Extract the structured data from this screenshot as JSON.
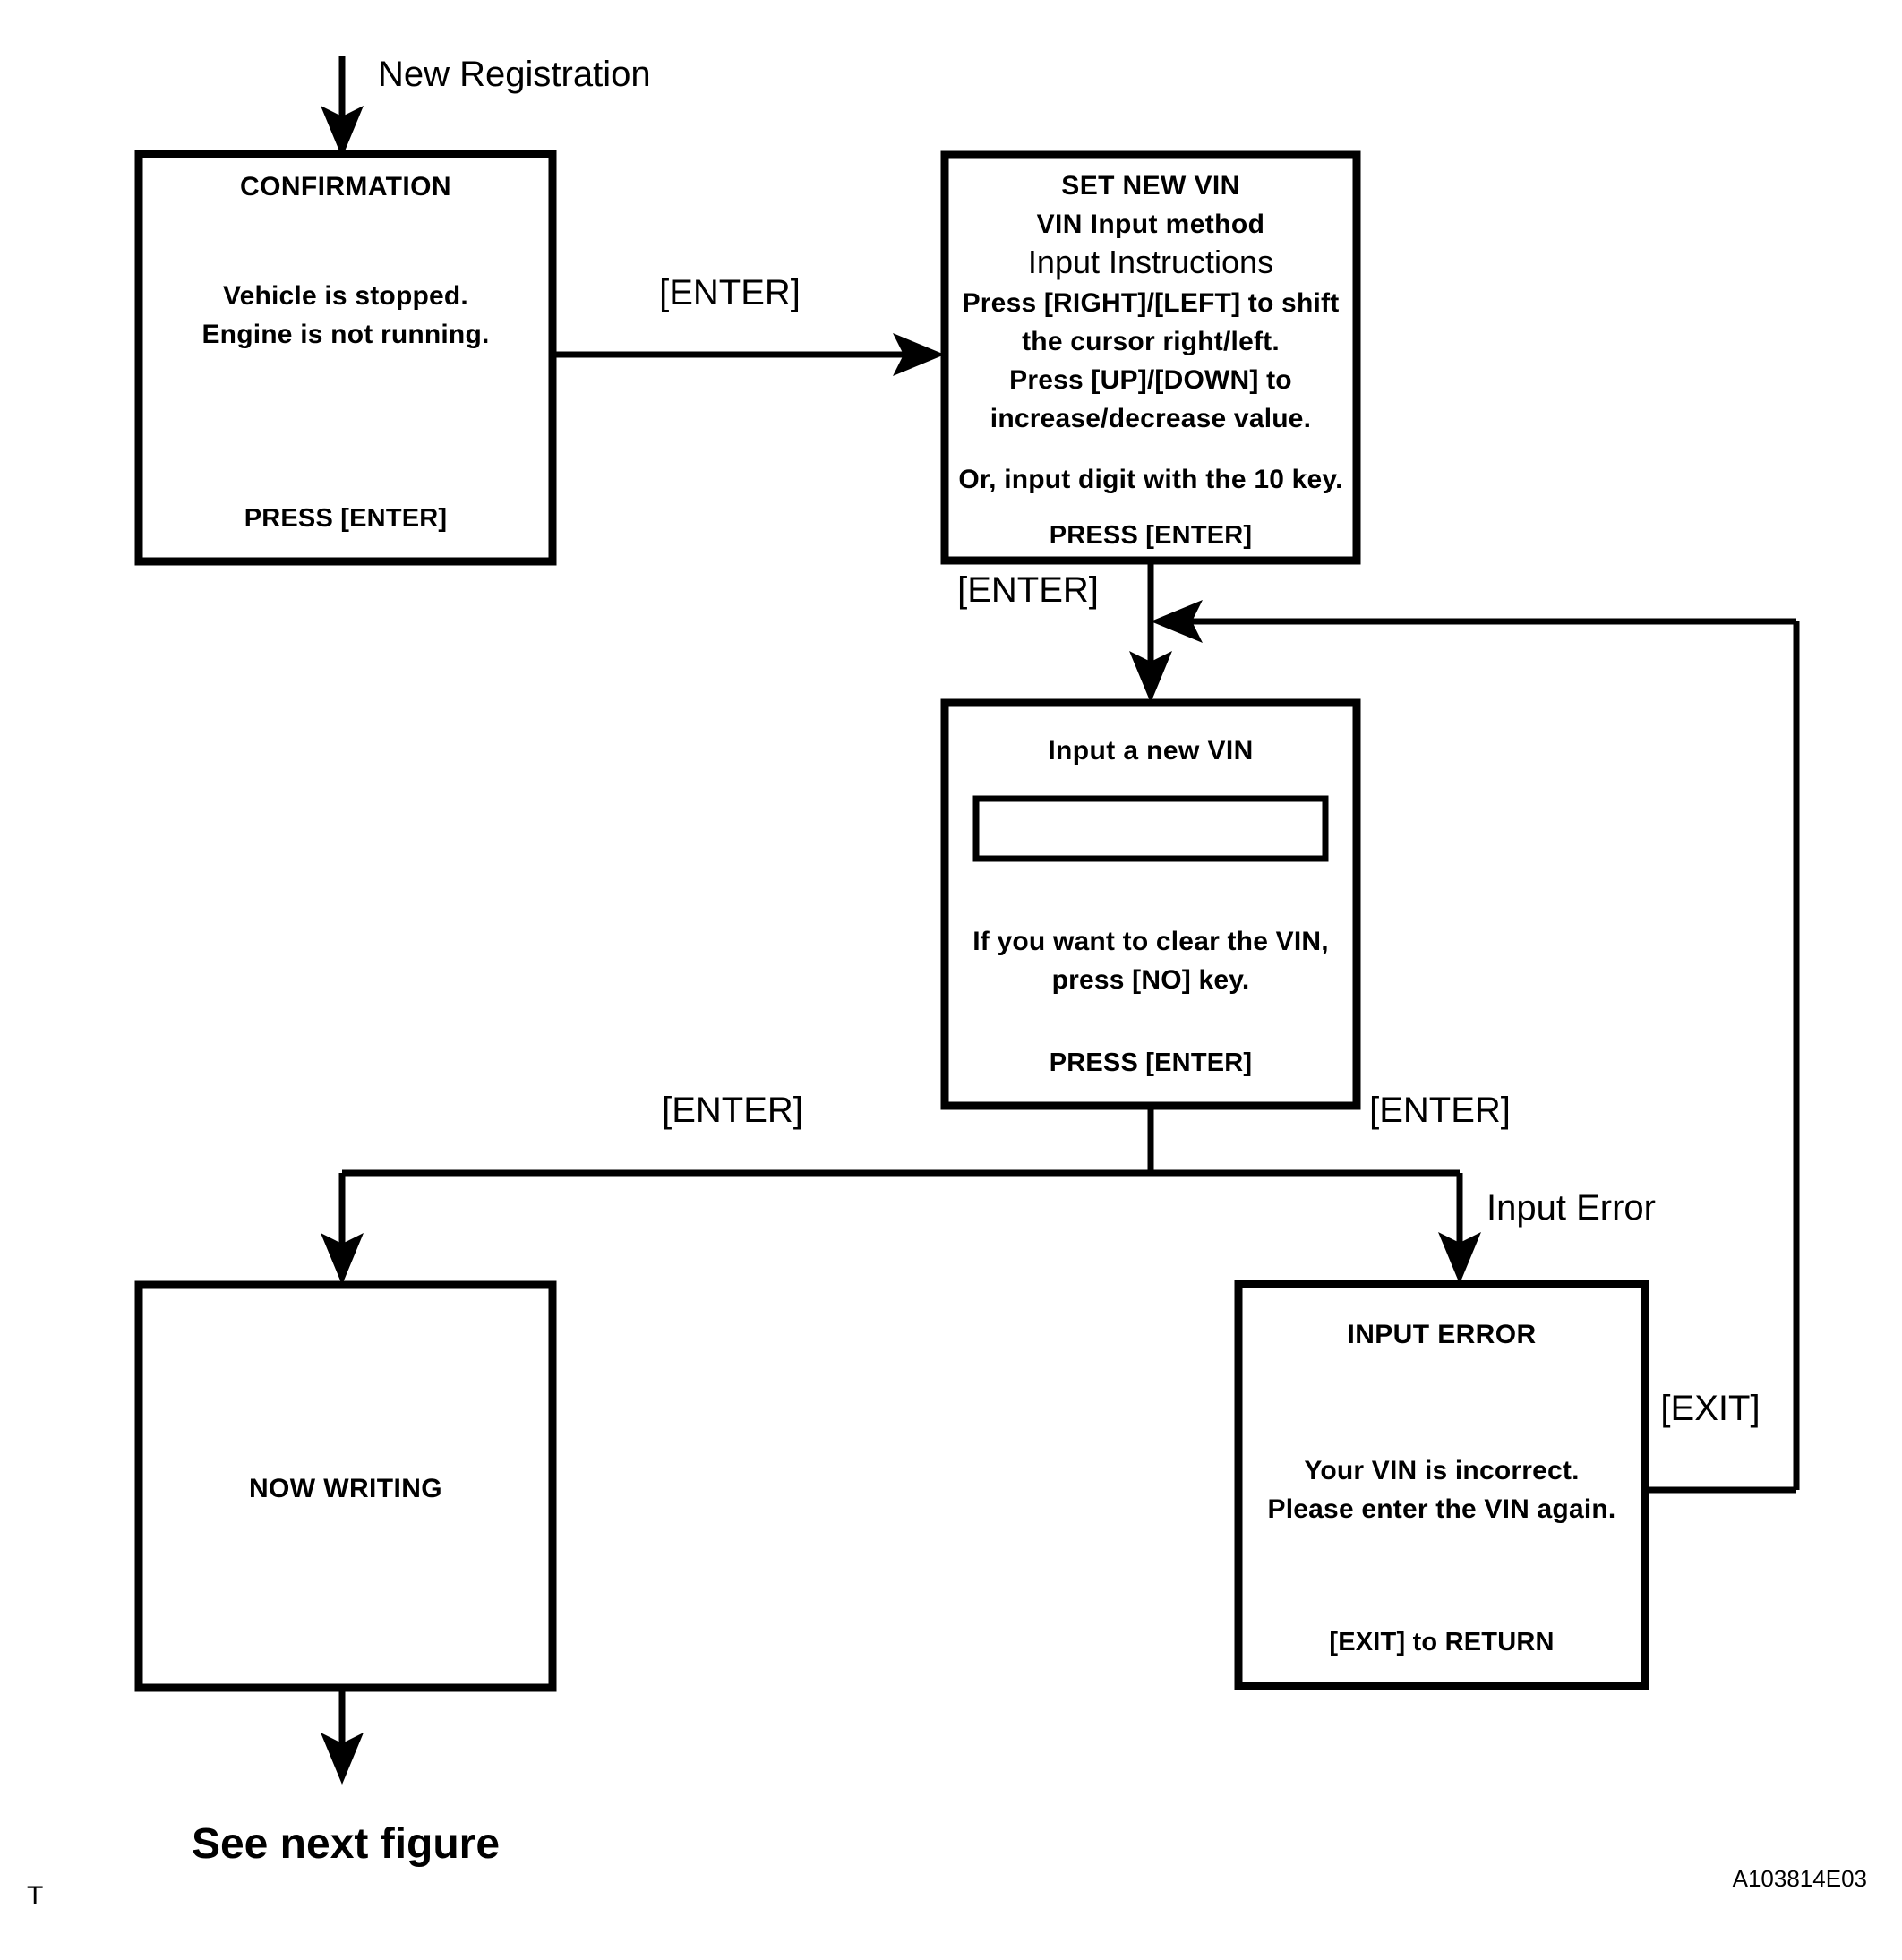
{
  "figure": {
    "code": "A103814E03",
    "corner_mark": "T",
    "entry_label": "New Registration",
    "exit_caption": "See next figure"
  },
  "screens": {
    "confirmation": {
      "title": "CONFIRMATION",
      "line1": "Vehicle is stopped.",
      "line2": "Engine is not running.",
      "footer": "PRESS [ENTER]"
    },
    "set_new_vin": {
      "title": "SET NEW VIN",
      "subtitle": "VIN Input method",
      "heading": "Input Instructions",
      "line1": "Press [RIGHT]/[LEFT] to shift",
      "line2": "the cursor right/left.",
      "line3": "Press [UP]/[DOWN]  to",
      "line4": "increase/decrease value.",
      "line5": "Or, input digit with the 10 key.",
      "footer": "PRESS [ENTER]"
    },
    "input_new_vin": {
      "title": "Input a new VIN",
      "field_value": "",
      "line1": "If you want to clear the VIN,",
      "line2": "press [NO] key.",
      "footer": "PRESS [ENTER]"
    },
    "now_writing": {
      "title": "NOW WRITING"
    },
    "input_error": {
      "title": "INPUT  ERROR",
      "line1": "Your VIN is incorrect.",
      "line2": "Please enter the VIN again.",
      "footer": "[EXIT] to RETURN"
    }
  },
  "transitions": {
    "confirm_to_setvin": "[ENTER]",
    "setvin_to_inputvin": "[ENTER]",
    "inputvin_to_writing": "[ENTER]",
    "inputvin_to_error": "[ENTER]",
    "error_branch": "Input Error",
    "error_return": "[EXIT]"
  },
  "colors": {
    "stroke": "#000000",
    "background": "#ffffff"
  }
}
